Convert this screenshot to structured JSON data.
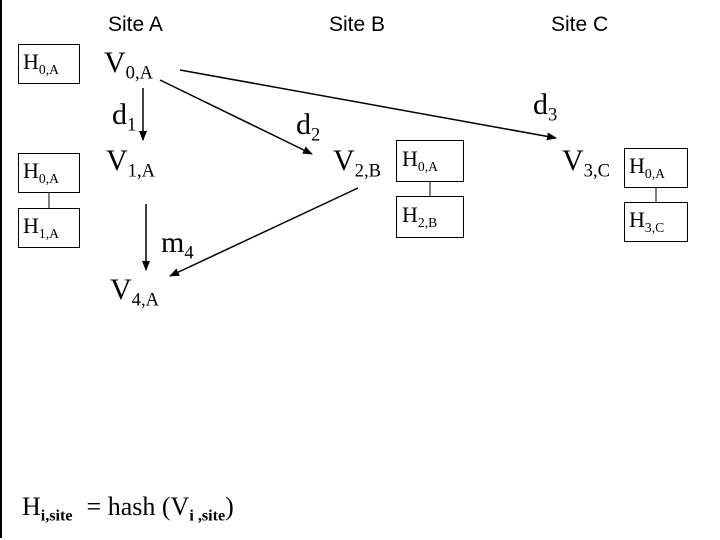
{
  "sites": {
    "a": "Site A",
    "b": "Site B",
    "c": "Site C"
  },
  "nodes": {
    "v0a": {
      "base": "V",
      "sub": "0,A"
    },
    "v1a": {
      "base": "V",
      "sub": "1,A"
    },
    "v4a": {
      "base": "V",
      "sub": "4,A"
    },
    "v2b": {
      "base": "V",
      "sub": "2,B"
    },
    "v3c": {
      "base": "V",
      "sub": "3,C"
    }
  },
  "hashes": {
    "h0a_top": {
      "base": "H",
      "sub": "0,A"
    },
    "h0a_mid": {
      "base": "H",
      "sub": "0,A"
    },
    "h1a": {
      "base": "H",
      "sub": "1,A"
    },
    "h0a_b": {
      "base": "H",
      "sub": "0,A"
    },
    "h2b": {
      "base": "H",
      "sub": "2,B"
    },
    "h0a_c": {
      "base": "H",
      "sub": "0,A"
    },
    "h3c": {
      "base": "H",
      "sub": "3,C"
    }
  },
  "edges": {
    "d1": {
      "base": "d",
      "sub": "1"
    },
    "d2": {
      "base": "d",
      "sub": "2"
    },
    "d3": {
      "base": "d",
      "sub": "3"
    },
    "m4": {
      "base": "m",
      "sub": "4"
    }
  },
  "formula": {
    "lhs_base": "H",
    "lhs_sub": "i,site",
    "eq": "= hash (V",
    "rhs_sub": "i ,site",
    "close": ")"
  }
}
